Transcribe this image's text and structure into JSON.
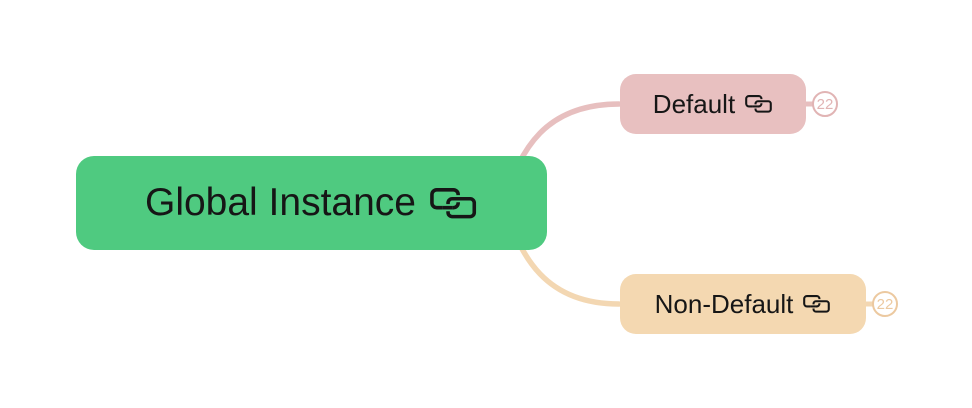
{
  "canvas": {
    "background": "#ffffff"
  },
  "root_node": {
    "label": "Global Instance",
    "fill": "#4fca80",
    "text_color": "#161616",
    "icon": "clone-icon"
  },
  "children": [
    {
      "label": "Default",
      "fill": "#e8c0c0",
      "connector_color": "#e7bfbf",
      "icon": "clone-icon",
      "badge": {
        "value": "22",
        "color": "#e1b4b4"
      }
    },
    {
      "label": "Non-Default",
      "fill": "#f4d8b1",
      "connector_color": "#f3d7b2",
      "icon": "clone-icon",
      "badge": {
        "value": "22",
        "color": "#ecc9a0"
      }
    }
  ]
}
